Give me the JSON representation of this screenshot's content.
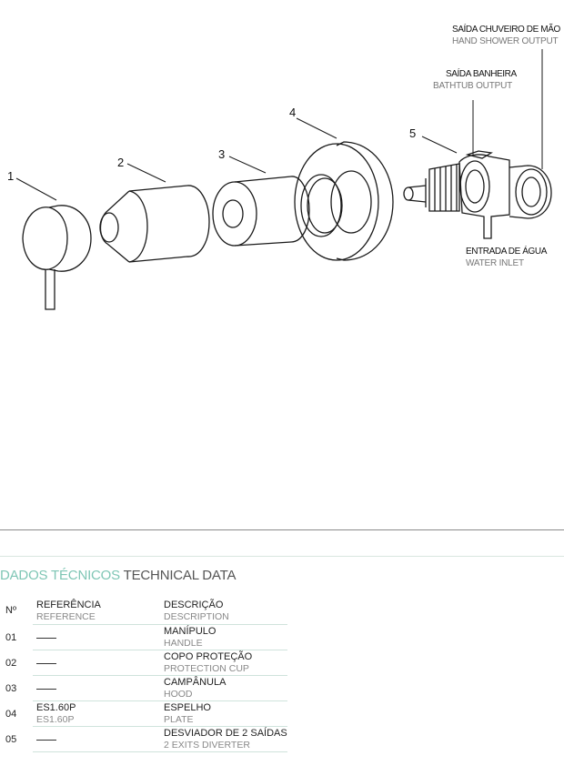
{
  "callouts": {
    "n1": "1",
    "n2": "2",
    "n3": "3",
    "n4": "4",
    "n5": "5"
  },
  "outlets": {
    "hand_shower_pt": "SAÍDA CHUVEIRO DE MÃO",
    "hand_shower_en": "HAND SHOWER OUTPUT",
    "bathtub_pt": "SAÍDA BANHEIRA",
    "bathtub_en": "BATHTUB OUTPUT",
    "inlet_pt": "ENTRADA DE ÁGUA",
    "inlet_en": "WATER INLET"
  },
  "technical": {
    "title_pt": "DADOS TÉCNICOS",
    "title_en": "TECHNICAL DATA",
    "col_num": "Nº",
    "col_ref_pt": "REFERÊNCIA",
    "col_ref_en": "REFERENCE",
    "col_desc_pt": "DESCRIÇÃO",
    "col_desc_en": "DESCRIPTION",
    "rows": [
      {
        "num": "01",
        "ref_pt": "",
        "ref_en": "",
        "desc_pt": "MANÍPULO",
        "desc_en": "HANDLE"
      },
      {
        "num": "02",
        "ref_pt": "",
        "ref_en": "",
        "desc_pt": "COPO PROTEÇÃO",
        "desc_en": "PROTECTION CUP"
      },
      {
        "num": "03",
        "ref_pt": "",
        "ref_en": "",
        "desc_pt": "CAMPÂNULA",
        "desc_en": "HOOD"
      },
      {
        "num": "04",
        "ref_pt": "ES1.60P",
        "ref_en": "ES1.60P",
        "desc_pt": "ESPELHO",
        "desc_en": "PLATE"
      },
      {
        "num": "05",
        "ref_pt": "",
        "ref_en": "",
        "desc_pt": "DESVIADOR DE 2 SAÍDAS",
        "desc_en": "2 EXITS DIVERTER"
      }
    ]
  }
}
